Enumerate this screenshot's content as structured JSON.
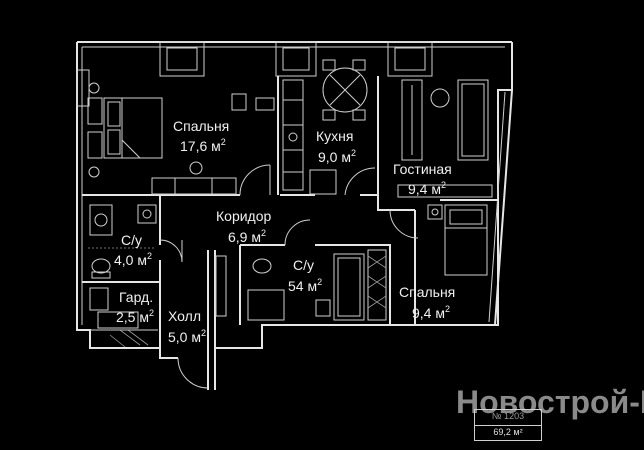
{
  "rooms": {
    "bedroom1": {
      "name": "Спальня",
      "area": "17,6 м",
      "sup": "2"
    },
    "kitchen": {
      "name": "Кухня",
      "area": "9,0 м",
      "sup": "2"
    },
    "living": {
      "name": "Гостиная",
      "area": "9,4 м",
      "sup": "2"
    },
    "corridor": {
      "name": "Коридор",
      "area": "6,9 м",
      "sup": "2"
    },
    "bath1": {
      "name": "С/у",
      "area": "4,0 м",
      "sup": "2"
    },
    "bath2": {
      "name": "С/у",
      "area": "54 м",
      "sup": "2"
    },
    "bedroom2": {
      "name": "Спальня",
      "area": "9,4 м",
      "sup": "2"
    },
    "wardrobe": {
      "name": "Гард.",
      "area": "2,5 м",
      "sup": "2"
    },
    "hall": {
      "name": "Холл",
      "area": "5,0 м",
      "sup": "2"
    }
  },
  "info": {
    "number": "№ 1203",
    "total_area": "69,2 м²"
  },
  "watermark": "Новострой-М"
}
